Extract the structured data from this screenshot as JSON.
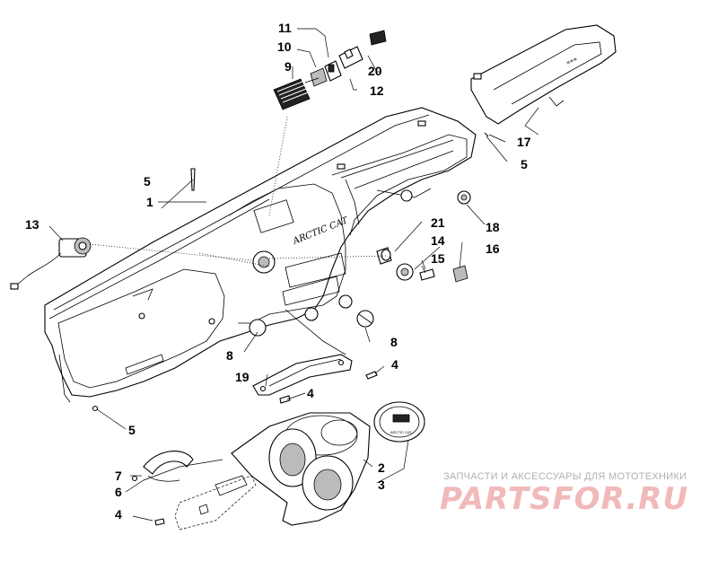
{
  "callouts": [
    "1",
    "2",
    "3",
    "4",
    "4",
    "4",
    "5",
    "5",
    "5",
    "6",
    "7",
    "8",
    "8",
    "9",
    "10",
    "11",
    "12",
    "13",
    "14",
    "15",
    "16",
    "17",
    "18",
    "19",
    "20",
    "21"
  ],
  "part_labels": {
    "dash_logo": "ARCTIC CAT",
    "gauge_logo": "ARCTIC CAT"
  },
  "watermark": {
    "tagline": "ЗАПЧАСТИ И АКСЕССУАРЫ ДЛЯ МОТОТЕХНИКИ",
    "logo": "PARTSFOR.RU"
  }
}
